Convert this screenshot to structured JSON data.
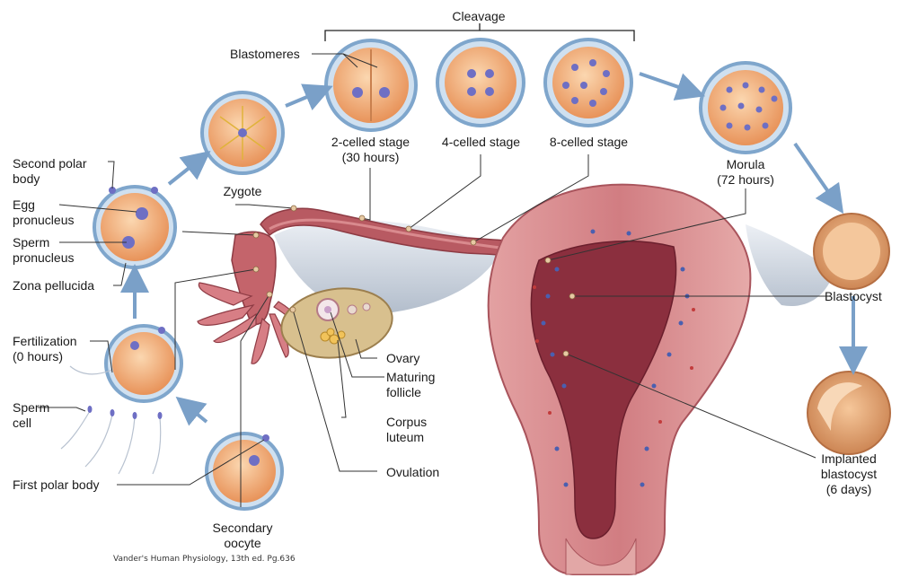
{
  "labels": {
    "cleavage": "Cleavage",
    "blastomeres": "Blastomeres",
    "two_celled": "2-celled stage",
    "two_celled_time": "(30 hours)",
    "four_celled": "4-celled stage",
    "eight_celled": "8-celled stage",
    "morula": "Morula",
    "morula_time": "(72 hours)",
    "zygote": "Zygote",
    "second_polar_body_1": "Second polar",
    "second_polar_body_2": "body",
    "egg_pronucleus_1": "Egg",
    "egg_pronucleus_2": "pronucleus",
    "sperm_pronucleus_1": "Sperm",
    "sperm_pronucleus_2": "pronucleus",
    "zona_pellucida": "Zona pellucida",
    "fertilization": "Fertilization",
    "fertilization_time": "(0 hours)",
    "sperm_cell_1": "Sperm",
    "sperm_cell_2": "cell",
    "first_polar_body": "First polar body",
    "secondary_oocyte_1": "Secondary",
    "secondary_oocyte_2": "oocyte",
    "ovary": "Ovary",
    "maturing_follicle_1": "Maturing",
    "maturing_follicle_2": "follicle",
    "corpus_luteum_1": "Corpus",
    "corpus_luteum_2": "luteum",
    "ovulation": "Ovulation",
    "blastocyst": "Blastocyst",
    "implanted_blastocyst_1": "Implanted",
    "implanted_blastocyst_2": "blastocyst",
    "implanted_blastocyst_3": "(6 days)"
  },
  "credit": "Vander's Human Physiology, 13th ed. Pg.636",
  "colors": {
    "cell_ring": "#7fa6cc",
    "cell_fill": "#f4b27a",
    "nucleus": "#6e6fc4",
    "arrow": "#7aa0c8",
    "uterus": "#d9888c",
    "endometrium": "#b0505a",
    "ovary": "#d8c08e"
  }
}
